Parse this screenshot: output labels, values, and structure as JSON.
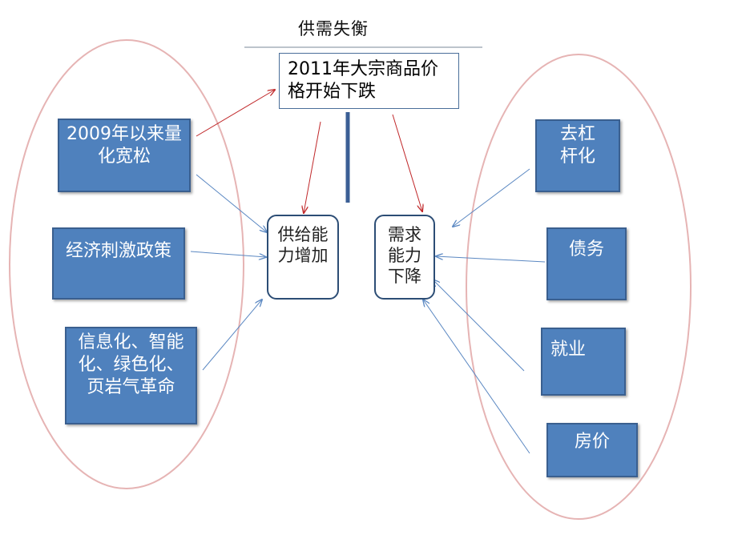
{
  "title": "供需失衡",
  "top_event": "2011年大宗商品价格开始下跌",
  "supply_box": "供给能力增加",
  "demand_box": "需求能力下降",
  "supply_factors": [
    "2009年以来量化宽松",
    "经济刺激政策",
    "信息化、智能化、绿色化、页岩气革命"
  ],
  "demand_factors": [
    "去杠杆化",
    "债务",
    "就业",
    "房价"
  ],
  "colors": {
    "box_fill": "#4f81bd",
    "box_border": "#3a5f8f",
    "arrow_red": "#c0282a",
    "arrow_blue": "#5b88c2",
    "oval": "#e6b4b4",
    "center_post": "#3b5f95"
  }
}
